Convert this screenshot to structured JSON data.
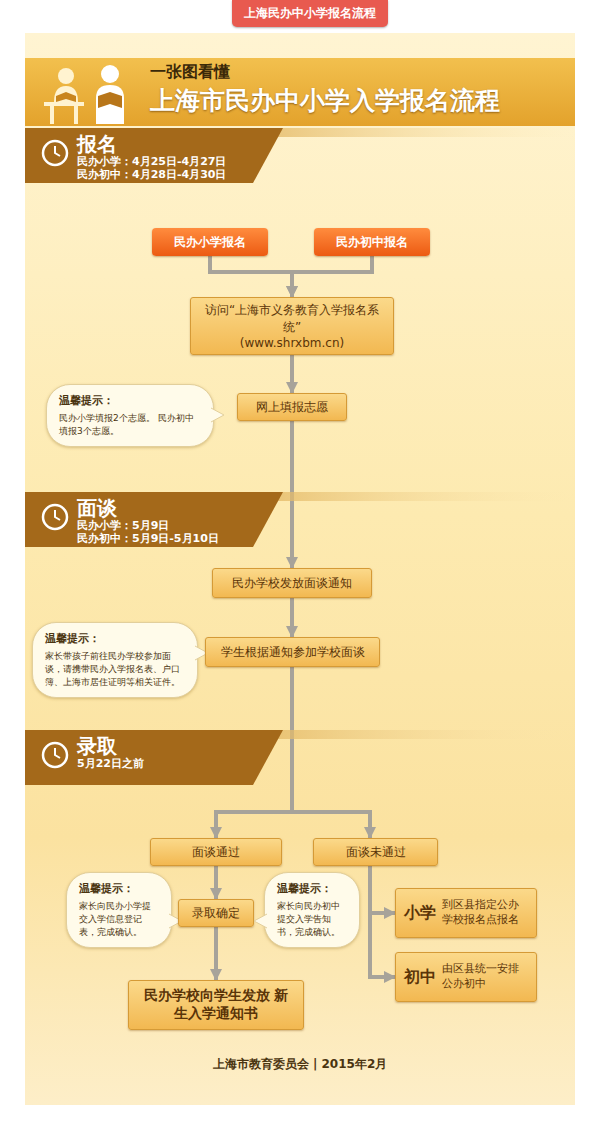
{
  "diagram": {
    "title": "上海市民办中小学入学报名流程",
    "caption": "上海市教育委员会 | 2015年2月",
    "nodes": [
      {
        "text": [
          "上海民办中小学报名流程"
        ]
      },
      {
        "text": [
          "报名",
          "民办小学：4月25日-4月27日",
          "民办初中：4月28日-4月30日"
        ]
      },
      {
        "text": [
          "民办小学报名"
        ]
      },
      {
        "text": [
          "民办初中报名"
        ]
      },
      {
        "text": [
          "访问“上海市义务教育入学报名系统”",
          "(www.shrxbm.cn)"
        ]
      },
      {
        "text": [
          "温馨提示：",
          "民办小学填报2个志愿。 民办初中填报3个志愿。"
        ]
      },
      {
        "text": [
          "网上填报志愿"
        ]
      },
      {
        "text": [
          "面谈",
          "民办小学：5月9日",
          "民办初中：5月9日-5月10日"
        ]
      },
      {
        "text": [
          "民办学校发放面谈通知"
        ]
      },
      {
        "text": [
          "温馨提示：",
          "家长带孩子前往民办学校参加面谈，请携带民办入学报名表、户口簿、上海市居住证明等相关证件。"
        ]
      },
      {
        "text": [
          "学生根据通知参加学校面谈"
        ]
      },
      {
        "text": [
          "录取",
          "5月22日之前"
        ]
      },
      {
        "text": [
          "面谈通过"
        ]
      },
      {
        "text": [
          "面谈未通过"
        ]
      },
      {
        "text": [
          "温馨提示：",
          "家长向民办小学提交入学信息登记表，完成确认。"
        ]
      },
      {
        "text": [
          "录取确定"
        ]
      },
      {
        "text": [
          "温馨提示：",
          "家长向民办初中提交入学告知书，完成确认。"
        ]
      },
      {
        "text": [
          "小学",
          "到区县指定公办学校报名点报名"
        ]
      },
      {
        "text": [
          "初中",
          "由区县统一安排公办初中"
        ]
      },
      {
        "text": [
          "民办学校向学生发放 新生入学通知书"
        ]
      }
    ],
    "edges": [
      {
        "from": 2,
        "to": 4,
        "arrow": "to"
      },
      {
        "from": 3,
        "to": 4,
        "arrow": "to"
      },
      {
        "from": 4,
        "to": 6,
        "arrow": "to"
      },
      {
        "from": 6,
        "to": 8,
        "arrow": "to"
      },
      {
        "from": 8,
        "to": 10,
        "arrow": "to"
      },
      {
        "from": 10,
        "to": 12,
        "arrow": "to"
      },
      {
        "from": 10,
        "to": 13,
        "arrow": "to"
      },
      {
        "from": 12,
        "to": 15,
        "arrow": "to"
      },
      {
        "from": 15,
        "to": 19,
        "arrow": "to"
      },
      {
        "from": 13,
        "to": 17,
        "arrow": "to"
      },
      {
        "from": 13,
        "to": 18,
        "arrow": "to"
      }
    ],
    "labels": [
      "一张图看懂"
    ]
  }
}
